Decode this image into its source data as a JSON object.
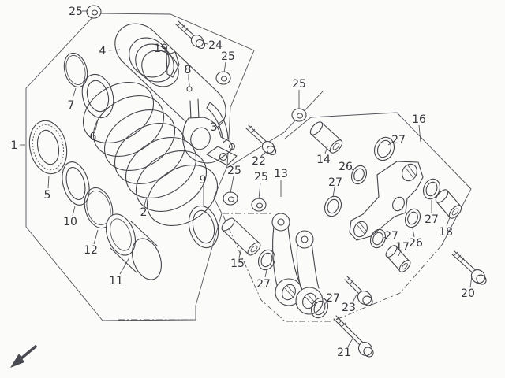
{
  "figure": {
    "kind": "exploded parts diagram",
    "subject": "rear shock absorber and suspension linkage"
  },
  "colors": {
    "background": "#fbfbf9",
    "ink": "#44444b",
    "label": "#35353c"
  },
  "visible_part_numbers": [
    "1",
    "2",
    "3",
    "4",
    "5",
    "6",
    "7",
    "8",
    "9",
    "10",
    "11",
    "12",
    "13",
    "14",
    "15",
    "16",
    "17",
    "18",
    "19",
    "20",
    "21",
    "22",
    "23",
    "24",
    "25",
    "26",
    "27"
  ],
  "arrow": {
    "direction": "down-left"
  },
  "callouts": [
    {
      "text": "25"
    },
    {
      "text": "4"
    },
    {
      "text": "19"
    },
    {
      "text": "24"
    },
    {
      "text": "25"
    },
    {
      "text": "8"
    },
    {
      "text": "7"
    },
    {
      "text": "6"
    },
    {
      "text": "1"
    },
    {
      "text": "5"
    },
    {
      "text": "2"
    },
    {
      "text": "3"
    },
    {
      "text": "22"
    },
    {
      "text": "25"
    },
    {
      "text": "25"
    },
    {
      "text": "13"
    },
    {
      "text": "9"
    },
    {
      "text": "25"
    },
    {
      "text": "14"
    },
    {
      "text": "16"
    },
    {
      "text": "26"
    },
    {
      "text": "27"
    },
    {
      "text": "27"
    },
    {
      "text": "10"
    },
    {
      "text": "12"
    },
    {
      "text": "11"
    },
    {
      "text": "15"
    },
    {
      "text": "27"
    },
    {
      "text": "18"
    },
    {
      "text": "26"
    },
    {
      "text": "17"
    },
    {
      "text": "27"
    },
    {
      "text": "27"
    },
    {
      "text": "27"
    },
    {
      "text": "23"
    },
    {
      "text": "21"
    },
    {
      "text": "20"
    }
  ]
}
